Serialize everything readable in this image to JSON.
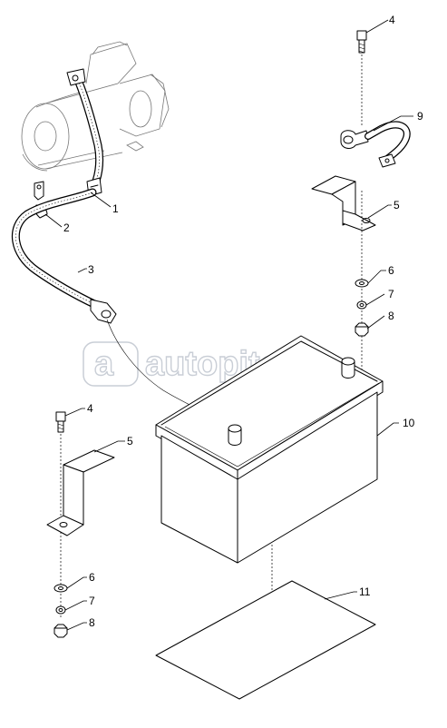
{
  "watermark": {
    "text": "autopiter.ru",
    "logo_glyph": "a"
  },
  "callouts": [
    {
      "id": "callout-1",
      "label": "1"
    },
    {
      "id": "callout-2",
      "label": "2"
    },
    {
      "id": "callout-3",
      "label": "3"
    },
    {
      "id": "callout-4-top",
      "label": "4"
    },
    {
      "id": "callout-5-top",
      "label": "5"
    },
    {
      "id": "callout-6-top",
      "label": "6"
    },
    {
      "id": "callout-7-top",
      "label": "7"
    },
    {
      "id": "callout-8-top",
      "label": "8"
    },
    {
      "id": "callout-9",
      "label": "9"
    },
    {
      "id": "callout-10",
      "label": "10"
    },
    {
      "id": "callout-4-bottom",
      "label": "4"
    },
    {
      "id": "callout-5-bottom",
      "label": "5"
    },
    {
      "id": "callout-6-bottom",
      "label": "6"
    },
    {
      "id": "callout-7-bottom",
      "label": "7"
    },
    {
      "id": "callout-8-bottom",
      "label": "8"
    },
    {
      "id": "callout-11",
      "label": "11"
    }
  ]
}
